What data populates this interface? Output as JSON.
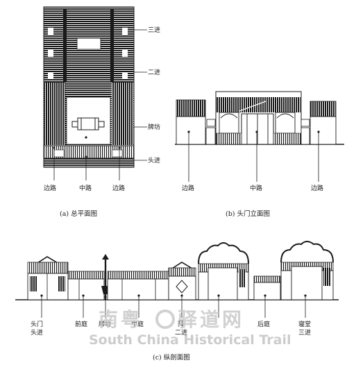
{
  "plan": {
    "caption": "(a) 总平面图",
    "labels": {
      "third_hall": "三进",
      "second_hall": "二进",
      "archway": "牌坊",
      "first_hall": "头进"
    },
    "bottom": {
      "side_left": "边路",
      "middle": "中路",
      "side_right": "边路"
    }
  },
  "elevation": {
    "caption": "(b) 头门立面图",
    "bottom": {
      "side_left": "边路",
      "middle": "中路",
      "side_right": "边路"
    }
  },
  "section": {
    "caption": "(c) 纵剖面图",
    "labels": {
      "gate_line1": "头门",
      "gate_line2": "头进",
      "front_court": "前庭",
      "archway": "牌坊",
      "middle_court": "中庭",
      "hall_line1": "拜",
      "hall_line2": "二进",
      "back_court": "后庭",
      "ancestral_line1": "寝堂",
      "ancestral_line2": "三进"
    }
  },
  "watermark": {
    "cn_left": "南粤",
    "cn_right": "驿道网",
    "en": "South China Historical Trail"
  }
}
